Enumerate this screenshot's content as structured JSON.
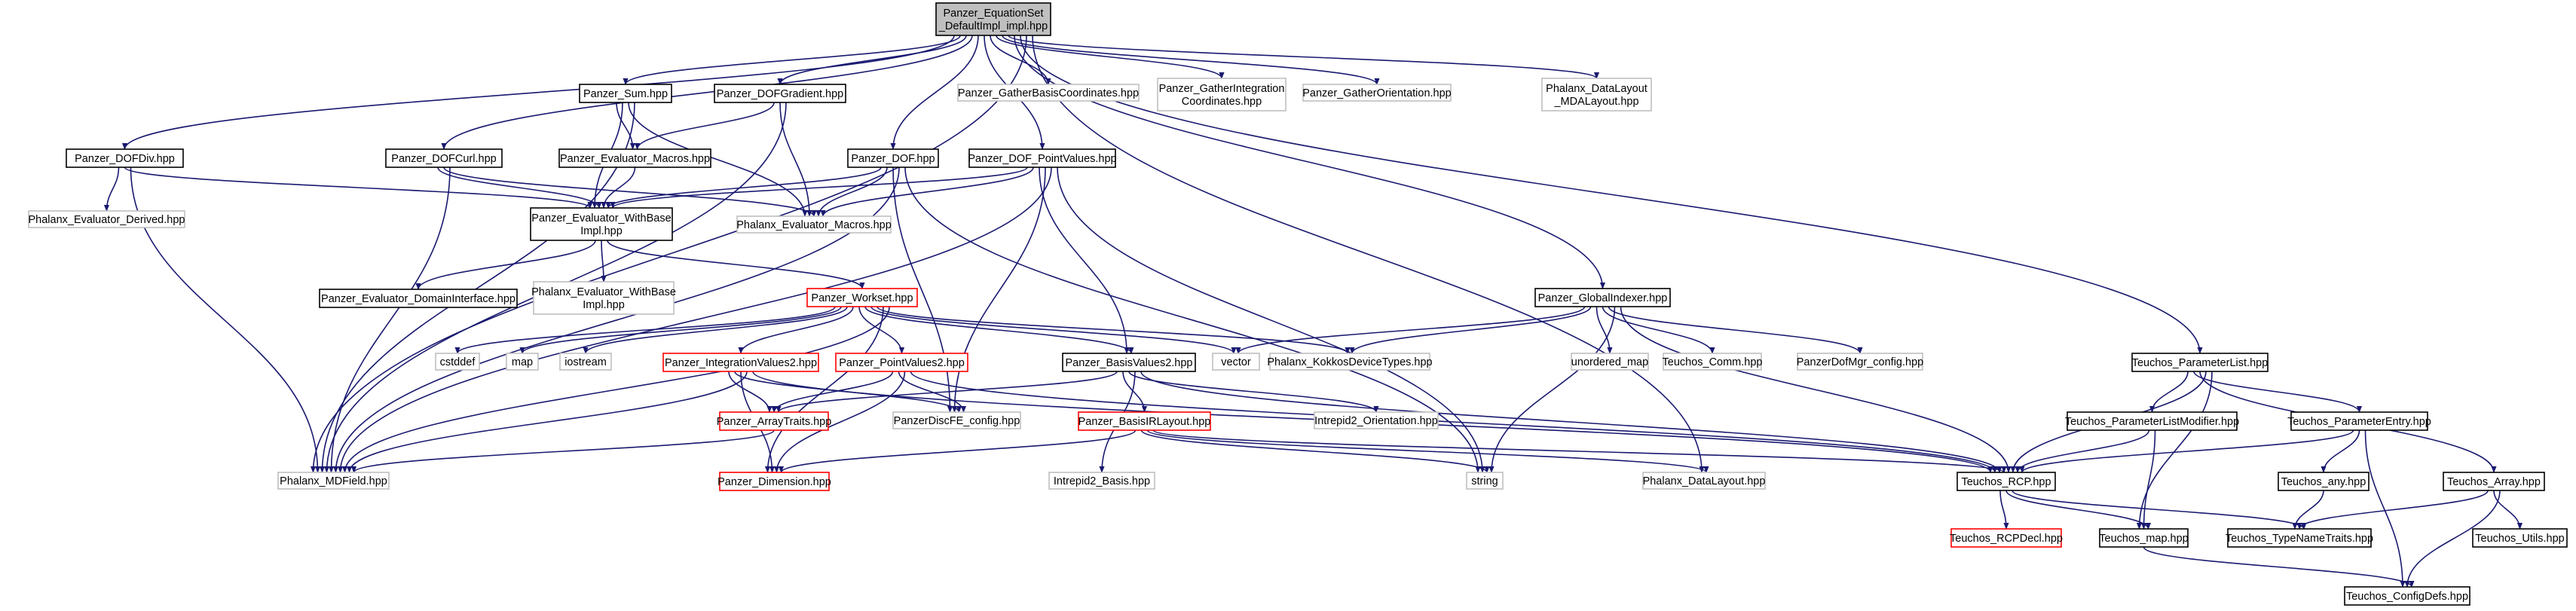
{
  "colors": {
    "edge": "#191970",
    "root_fill": "#bfbfbf",
    "normal_border": "#000000",
    "external_border": "#bfbfbf",
    "truncated_border": "#ff0000",
    "background": "#ffffff"
  },
  "nodes": [
    {
      "id": "root",
      "style": "root",
      "lines": [
        "Panzer_EquationSet",
        "_DefaultImpl_impl.hpp"
      ]
    },
    {
      "id": "dofdiv",
      "style": "normal",
      "lines": [
        "Panzer_DOFDiv.hpp"
      ]
    },
    {
      "id": "phx_eval_derived",
      "style": "external",
      "lines": [
        "Phalanx_Evaluator_Derived.hpp"
      ]
    },
    {
      "id": "sum",
      "style": "normal",
      "lines": [
        "Panzer_Sum.hpp"
      ]
    },
    {
      "id": "dofgrad",
      "style": "normal",
      "lines": [
        "Panzer_DOFGradient.hpp"
      ]
    },
    {
      "id": "dofcurl",
      "style": "normal",
      "lines": [
        "Panzer_DOFCurl.hpp"
      ]
    },
    {
      "id": "pz_eval_macros",
      "style": "normal",
      "lines": [
        "Panzer_Evaluator_Macros.hpp"
      ]
    },
    {
      "id": "dof",
      "style": "normal",
      "lines": [
        "Panzer_DOF.hpp"
      ]
    },
    {
      "id": "dof_pv",
      "style": "normal",
      "lines": [
        "Panzer_DOF_PointValues.hpp"
      ]
    },
    {
      "id": "gather_basis",
      "style": "external",
      "lines": [
        "Panzer_GatherBasisCoordinates.hpp"
      ]
    },
    {
      "id": "gather_int",
      "style": "external",
      "lines": [
        "Panzer_GatherIntegration",
        "Coordinates.hpp"
      ]
    },
    {
      "id": "gather_orient",
      "style": "external",
      "lines": [
        "Panzer_GatherOrientation.hpp"
      ]
    },
    {
      "id": "phx_mda",
      "style": "external",
      "lines": [
        "Phalanx_DataLayout",
        "_MDALayout.hpp"
      ]
    },
    {
      "id": "pz_eval_wb",
      "style": "normal",
      "lines": [
        "Panzer_Evaluator_WithBase",
        "Impl.hpp"
      ]
    },
    {
      "id": "phx_eval_macros",
      "style": "external",
      "lines": [
        "Phalanx_Evaluator_Macros.hpp"
      ]
    },
    {
      "id": "pz_domain",
      "style": "normal",
      "lines": [
        "Panzer_Evaluator_DomainInterface.hpp"
      ]
    },
    {
      "id": "phx_eval_wb",
      "style": "external",
      "lines": [
        "Phalanx_Evaluator_WithBase",
        "Impl.hpp"
      ]
    },
    {
      "id": "workset",
      "style": "truncated",
      "lines": [
        "Panzer_Workset.hpp"
      ]
    },
    {
      "id": "globalidx",
      "style": "normal",
      "lines": [
        "Panzer_GlobalIndexer.hpp"
      ]
    },
    {
      "id": "cstddef",
      "style": "external",
      "lines": [
        "cstddef"
      ]
    },
    {
      "id": "map",
      "style": "external",
      "lines": [
        "map"
      ]
    },
    {
      "id": "iostream",
      "style": "external",
      "lines": [
        "iostream"
      ]
    },
    {
      "id": "intvals2",
      "style": "truncated",
      "lines": [
        "Panzer_IntegrationValues2.hpp"
      ]
    },
    {
      "id": "ptvals2",
      "style": "truncated",
      "lines": [
        "Panzer_PointValues2.hpp"
      ]
    },
    {
      "id": "basisvals2",
      "style": "normal",
      "lines": [
        "Panzer_BasisValues2.hpp"
      ]
    },
    {
      "id": "vector",
      "style": "external",
      "lines": [
        "vector"
      ]
    },
    {
      "id": "phx_kokkos",
      "style": "external",
      "lines": [
        "Phalanx_KokkosDeviceTypes.hpp"
      ]
    },
    {
      "id": "unordered_map",
      "style": "external",
      "lines": [
        "unordered_map"
      ]
    },
    {
      "id": "teuchos_comm",
      "style": "external",
      "lines": [
        "Teuchos_Comm.hpp"
      ]
    },
    {
      "id": "dofmgr_cfg",
      "style": "external",
      "lines": [
        "PanzerDofMgr_config.hpp"
      ]
    },
    {
      "id": "param_list",
      "style": "normal",
      "lines": [
        "Teuchos_ParameterList.hpp"
      ]
    },
    {
      "id": "array_traits",
      "style": "truncated",
      "lines": [
        "Panzer_ArrayTraits.hpp"
      ]
    },
    {
      "id": "discfe_cfg",
      "style": "external",
      "lines": [
        "PanzerDiscFE_config.hpp"
      ]
    },
    {
      "id": "basis_ir",
      "style": "truncated",
      "lines": [
        "Panzer_BasisIRLayout.hpp"
      ]
    },
    {
      "id": "intrepid_orient",
      "style": "external",
      "lines": [
        "Intrepid2_Orientation.hpp"
      ]
    },
    {
      "id": "param_list_mod",
      "style": "normal",
      "lines": [
        "Teuchos_ParameterListModifier.hpp"
      ]
    },
    {
      "id": "param_entry",
      "style": "normal",
      "lines": [
        "Teuchos_ParameterEntry.hpp"
      ]
    },
    {
      "id": "phx_mdfield",
      "style": "external",
      "lines": [
        "Phalanx_MDField.hpp"
      ]
    },
    {
      "id": "dimension",
      "style": "truncated",
      "lines": [
        "Panzer_Dimension.hpp"
      ]
    },
    {
      "id": "intrepid_basis",
      "style": "external",
      "lines": [
        "Intrepid2_Basis.hpp"
      ]
    },
    {
      "id": "string",
      "style": "external",
      "lines": [
        "string"
      ]
    },
    {
      "id": "phx_datalayout",
      "style": "external",
      "lines": [
        "Phalanx_DataLayout.hpp"
      ]
    },
    {
      "id": "rcp",
      "style": "normal",
      "lines": [
        "Teuchos_RCP.hpp"
      ]
    },
    {
      "id": "teuchos_any",
      "style": "normal",
      "lines": [
        "Teuchos_any.hpp"
      ]
    },
    {
      "id": "teuchos_array",
      "style": "normal",
      "lines": [
        "Teuchos_Array.hpp"
      ]
    },
    {
      "id": "rcpdecl",
      "style": "truncated",
      "lines": [
        "Teuchos_RCPDecl.hpp"
      ]
    },
    {
      "id": "teuchos_map",
      "style": "normal",
      "lines": [
        "Teuchos_map.hpp"
      ]
    },
    {
      "id": "typename_traits",
      "style": "normal",
      "lines": [
        "Teuchos_TypeNameTraits.hpp"
      ]
    },
    {
      "id": "teuchos_utils",
      "style": "normal",
      "lines": [
        "Teuchos_Utils.hpp"
      ]
    },
    {
      "id": "config_defs",
      "style": "normal",
      "lines": [
        "Teuchos_ConfigDefs.hpp"
      ]
    }
  ],
  "edges": [
    [
      "root",
      "dofdiv"
    ],
    [
      "root",
      "sum"
    ],
    [
      "root",
      "dofgrad"
    ],
    [
      "root",
      "dofcurl"
    ],
    [
      "root",
      "dof"
    ],
    [
      "root",
      "dof_pv"
    ],
    [
      "root",
      "gather_basis"
    ],
    [
      "root",
      "gather_int"
    ],
    [
      "root",
      "gather_orient"
    ],
    [
      "root",
      "phx_mda"
    ],
    [
      "root",
      "globalidx"
    ],
    [
      "root",
      "param_list"
    ],
    [
      "root",
      "phx_mdfield"
    ],
    [
      "root",
      "phx_datalayout"
    ],
    [
      "dofdiv",
      "phx_eval_derived"
    ],
    [
      "dofdiv",
      "pz_eval_wb"
    ],
    [
      "dofdiv",
      "phx_mdfield"
    ],
    [
      "sum",
      "pz_eval_macros"
    ],
    [
      "sum",
      "pz_eval_wb"
    ],
    [
      "sum",
      "phx_eval_macros"
    ],
    [
      "sum",
      "phx_mdfield"
    ],
    [
      "dofgrad",
      "pz_eval_macros"
    ],
    [
      "dofgrad",
      "phx_eval_macros"
    ],
    [
      "dofgrad",
      "phx_mdfield"
    ],
    [
      "dofcurl",
      "pz_eval_wb"
    ],
    [
      "dofcurl",
      "phx_eval_macros"
    ],
    [
      "dofcurl",
      "phx_mdfield"
    ],
    [
      "pz_eval_macros",
      "pz_eval_wb"
    ],
    [
      "dof",
      "pz_eval_wb"
    ],
    [
      "dof",
      "phx_eval_macros"
    ],
    [
      "dof",
      "discfe_cfg"
    ],
    [
      "dof",
      "phx_mdfield"
    ],
    [
      "dof",
      "string"
    ],
    [
      "dof_pv",
      "pz_eval_wb"
    ],
    [
      "dof_pv",
      "phx_eval_macros"
    ],
    [
      "dof_pv",
      "basisvals2"
    ],
    [
      "dof_pv",
      "discfe_cfg"
    ],
    [
      "dof_pv",
      "phx_mdfield"
    ],
    [
      "dof_pv",
      "string"
    ],
    [
      "pz_eval_wb",
      "pz_domain"
    ],
    [
      "pz_eval_wb",
      "phx_eval_wb"
    ],
    [
      "pz_eval_wb",
      "workset"
    ],
    [
      "workset",
      "cstddef"
    ],
    [
      "workset",
      "map"
    ],
    [
      "workset",
      "iostream"
    ],
    [
      "workset",
      "intvals2"
    ],
    [
      "workset",
      "ptvals2"
    ],
    [
      "workset",
      "basisvals2"
    ],
    [
      "workset",
      "vector"
    ],
    [
      "workset",
      "phx_kokkos"
    ],
    [
      "workset",
      "dimension"
    ],
    [
      "workset",
      "phx_mdfield"
    ],
    [
      "intvals2",
      "array_traits"
    ],
    [
      "intvals2",
      "discfe_cfg"
    ],
    [
      "intvals2",
      "dimension"
    ],
    [
      "intvals2",
      "phx_mdfield"
    ],
    [
      "intvals2",
      "rcp"
    ],
    [
      "ptvals2",
      "array_traits"
    ],
    [
      "ptvals2",
      "discfe_cfg"
    ],
    [
      "ptvals2",
      "dimension"
    ],
    [
      "ptvals2",
      "rcp"
    ],
    [
      "basisvals2",
      "array_traits"
    ],
    [
      "basisvals2",
      "basis_ir"
    ],
    [
      "basisvals2",
      "intrepid_orient"
    ],
    [
      "basisvals2",
      "intrepid_basis"
    ],
    [
      "basisvals2",
      "rcp"
    ],
    [
      "basis_ir",
      "dimension"
    ],
    [
      "basis_ir",
      "string"
    ],
    [
      "basis_ir",
      "phx_datalayout"
    ],
    [
      "basis_ir",
      "rcp"
    ],
    [
      "array_traits",
      "phx_mdfield"
    ],
    [
      "globalidx",
      "vector"
    ],
    [
      "globalidx",
      "phx_kokkos"
    ],
    [
      "globalidx",
      "unordered_map"
    ],
    [
      "globalidx",
      "teuchos_comm"
    ],
    [
      "globalidx",
      "dofmgr_cfg"
    ],
    [
      "globalidx",
      "string"
    ],
    [
      "globalidx",
      "rcp"
    ],
    [
      "param_list",
      "param_list_mod"
    ],
    [
      "param_list",
      "param_entry"
    ],
    [
      "param_list",
      "teuchos_array"
    ],
    [
      "param_list",
      "rcp"
    ],
    [
      "param_list",
      "teuchos_map"
    ],
    [
      "param_list_mod",
      "rcp"
    ],
    [
      "param_list_mod",
      "teuchos_map"
    ],
    [
      "param_entry",
      "rcp"
    ],
    [
      "param_entry",
      "teuchos_any"
    ],
    [
      "param_entry",
      "config_defs"
    ],
    [
      "teuchos_any",
      "typename_traits"
    ],
    [
      "teuchos_array",
      "typename_traits"
    ],
    [
      "teuchos_array",
      "teuchos_utils"
    ],
    [
      "teuchos_array",
      "config_defs"
    ],
    [
      "rcp",
      "rcpdecl"
    ],
    [
      "rcp",
      "teuchos_map"
    ],
    [
      "rcp",
      "typename_traits"
    ],
    [
      "teuchos_map",
      "config_defs"
    ]
  ]
}
